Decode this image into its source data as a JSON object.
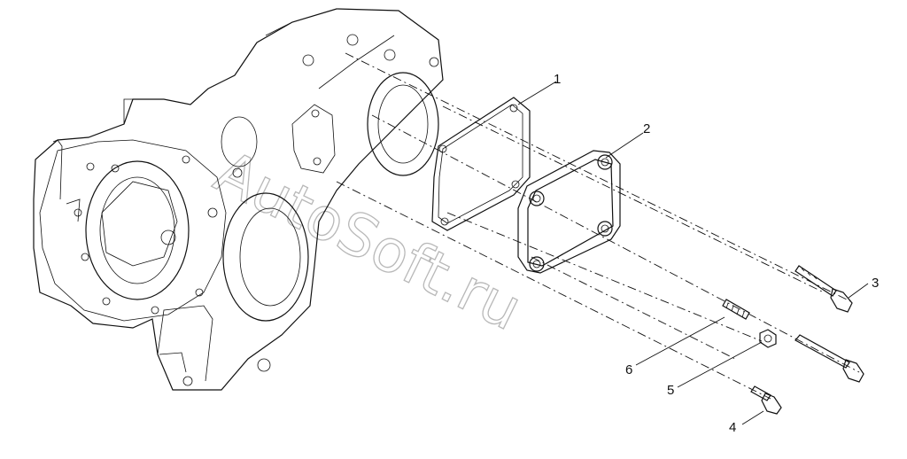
{
  "watermark": "AutoSoft.ru",
  "callouts": [
    {
      "id": "1",
      "label": "1"
    },
    {
      "id": "2",
      "label": "2"
    },
    {
      "id": "3",
      "label": "3"
    },
    {
      "id": "4",
      "label": "4"
    },
    {
      "id": "5",
      "label": "5"
    },
    {
      "id": "6",
      "label": "6"
    }
  ]
}
